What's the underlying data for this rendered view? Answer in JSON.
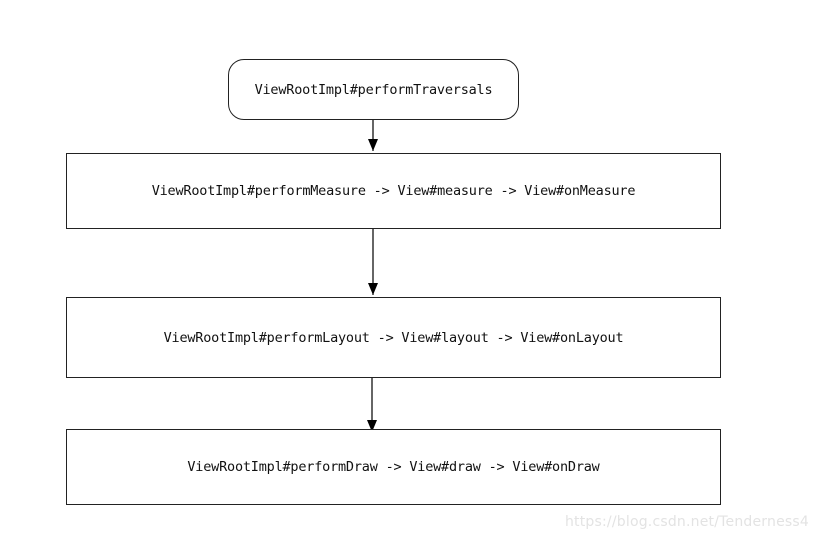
{
  "diagram": {
    "nodes": [
      {
        "id": "start",
        "label": "ViewRootImpl#performTraversals"
      },
      {
        "id": "measure",
        "label": "ViewRootImpl#performMeasure -> View#measure -> View#onMeasure"
      },
      {
        "id": "layout",
        "label": "ViewRootImpl#performLayout -> View#layout -> View#onLayout"
      },
      {
        "id": "draw",
        "label": "ViewRootImpl#performDraw -> View#draw -> View#onDraw"
      }
    ],
    "edges": [
      {
        "from": "start",
        "to": "measure"
      },
      {
        "from": "measure",
        "to": "layout"
      },
      {
        "from": "layout",
        "to": "draw"
      }
    ]
  },
  "watermark": "https://blog.csdn.net/Tenderness4"
}
